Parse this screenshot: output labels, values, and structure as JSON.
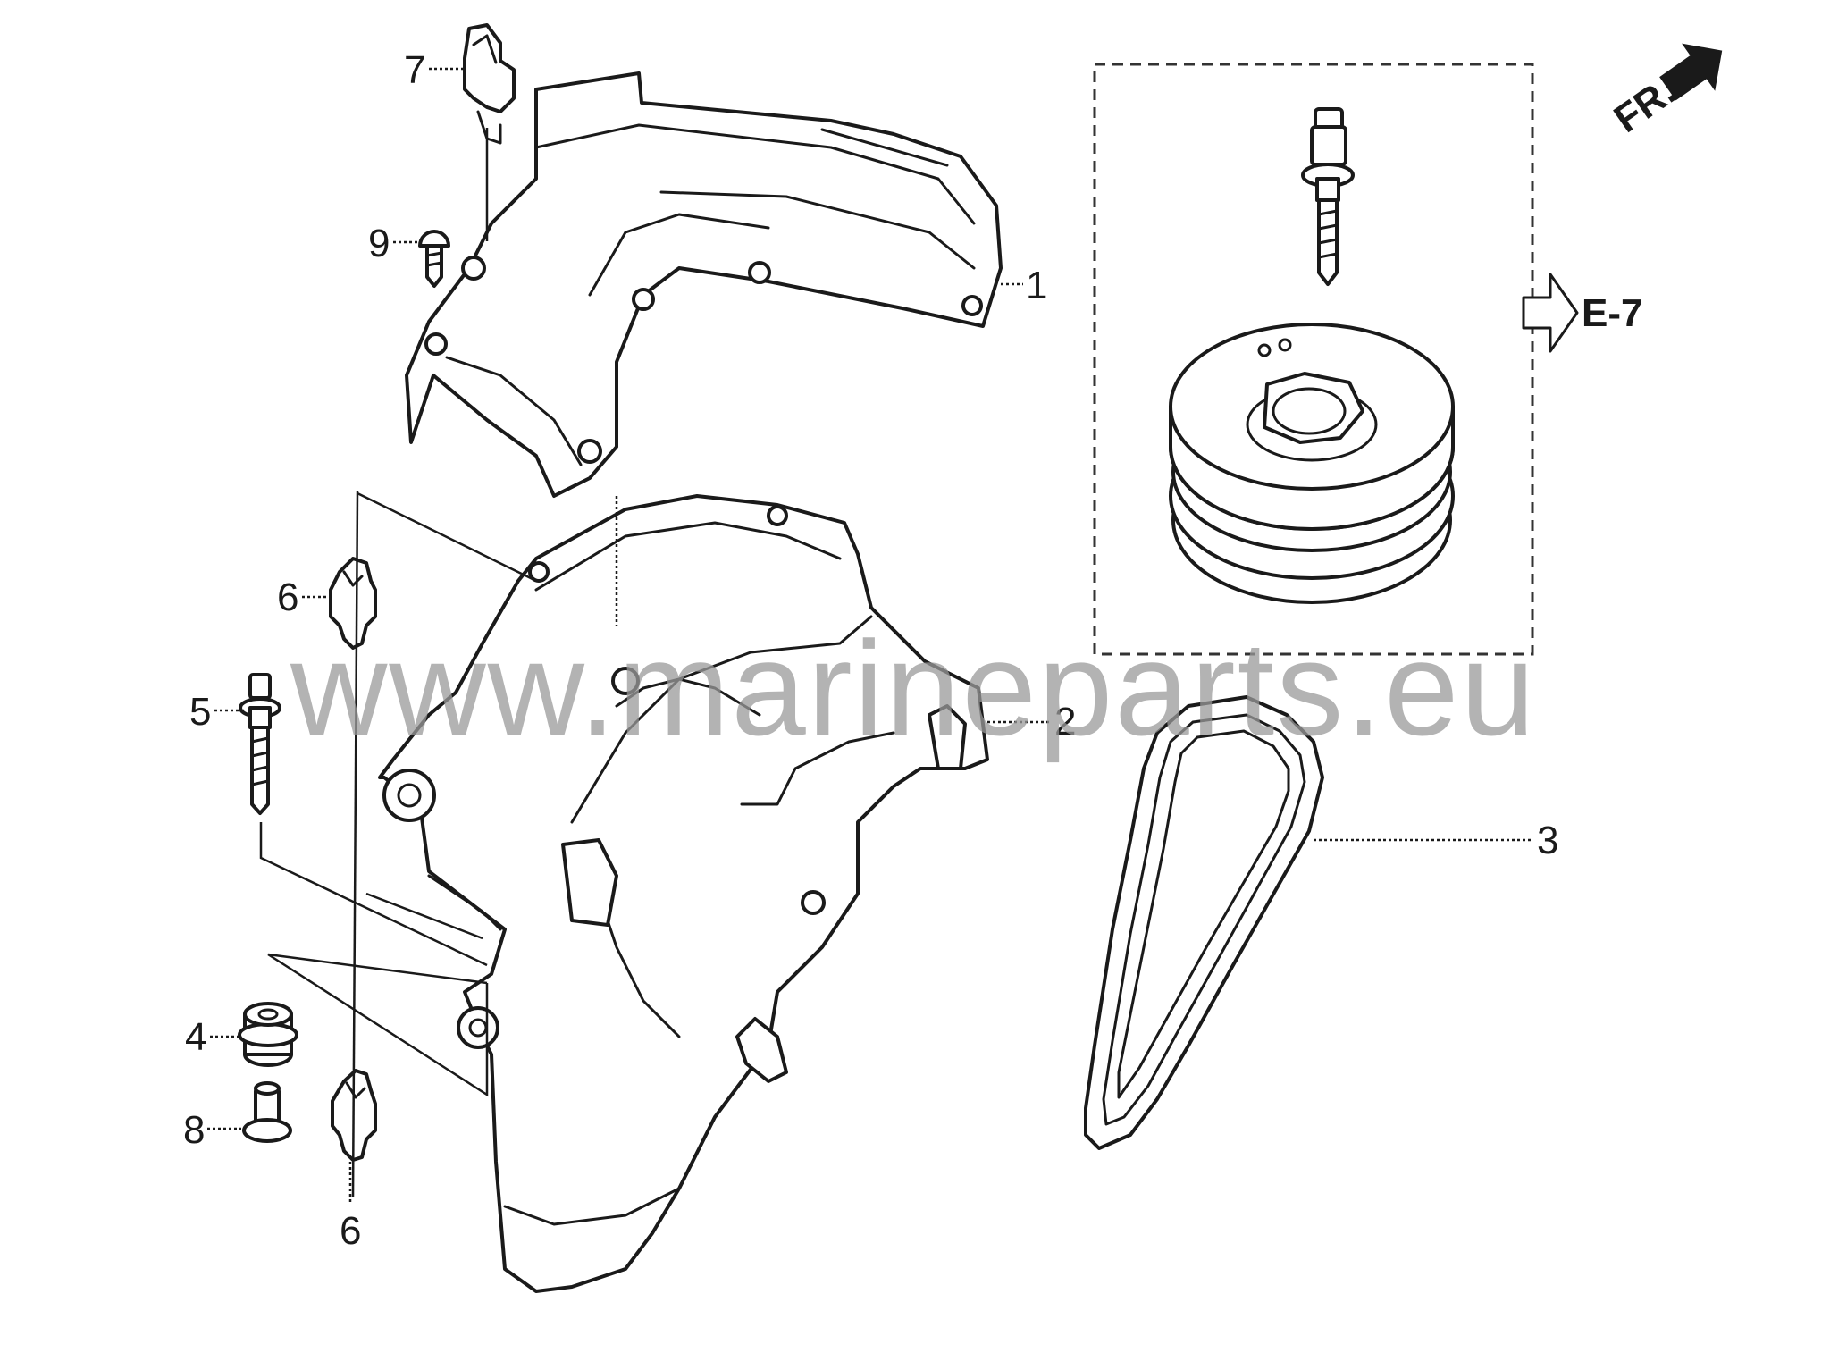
{
  "diagram": {
    "callouts": [
      {
        "id": "1",
        "text": "1"
      },
      {
        "id": "2",
        "text": "2"
      },
      {
        "id": "3",
        "text": "3"
      },
      {
        "id": "4",
        "text": "4"
      },
      {
        "id": "5",
        "text": "5"
      },
      {
        "id": "6a",
        "text": "6"
      },
      {
        "id": "6b",
        "text": "6"
      },
      {
        "id": "7",
        "text": "7"
      },
      {
        "id": "8",
        "text": "8"
      },
      {
        "id": "9",
        "text": "9"
      }
    ],
    "reference": "E-7",
    "direction": "FR.",
    "watermark": "www.marineparts.eu",
    "colors": {
      "line": "#1a1a1a",
      "watermark": "#9a9a9a",
      "background": "#ffffff"
    }
  }
}
